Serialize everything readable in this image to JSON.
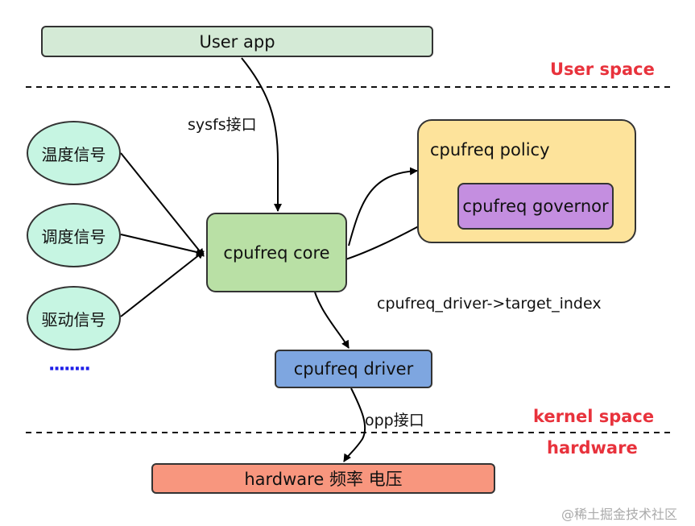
{
  "nodes": {
    "user_app": "User app",
    "cpufreq_core": "cpufreq core",
    "cpufreq_policy": "cpufreq policy",
    "cpufreq_governor": "cpufreq governor",
    "cpufreq_driver": "cpufreq driver",
    "hardware": "hardware 频率 电压"
  },
  "signals": [
    "温度信号",
    "调度信号",
    "驱动信号",
    "········"
  ],
  "edge_labels": {
    "sysfs": "sysfs接口",
    "target_index": "cpufreq_driver->target_index",
    "opp": "opp接口"
  },
  "zones": {
    "user_space": "User space",
    "kernel_space": "kernel space",
    "hardware": "hardware"
  },
  "watermark": "@稀土掘金技术社区",
  "colors": {
    "user_app": "#d4ead6",
    "core": "#b9e0a5",
    "policy": "#fde39b",
    "governor": "#c48ee0",
    "driver": "#7ea6e0",
    "hardware": "#f8967e",
    "signal": "#c6f5e2",
    "zone_text": "#e8323c"
  }
}
